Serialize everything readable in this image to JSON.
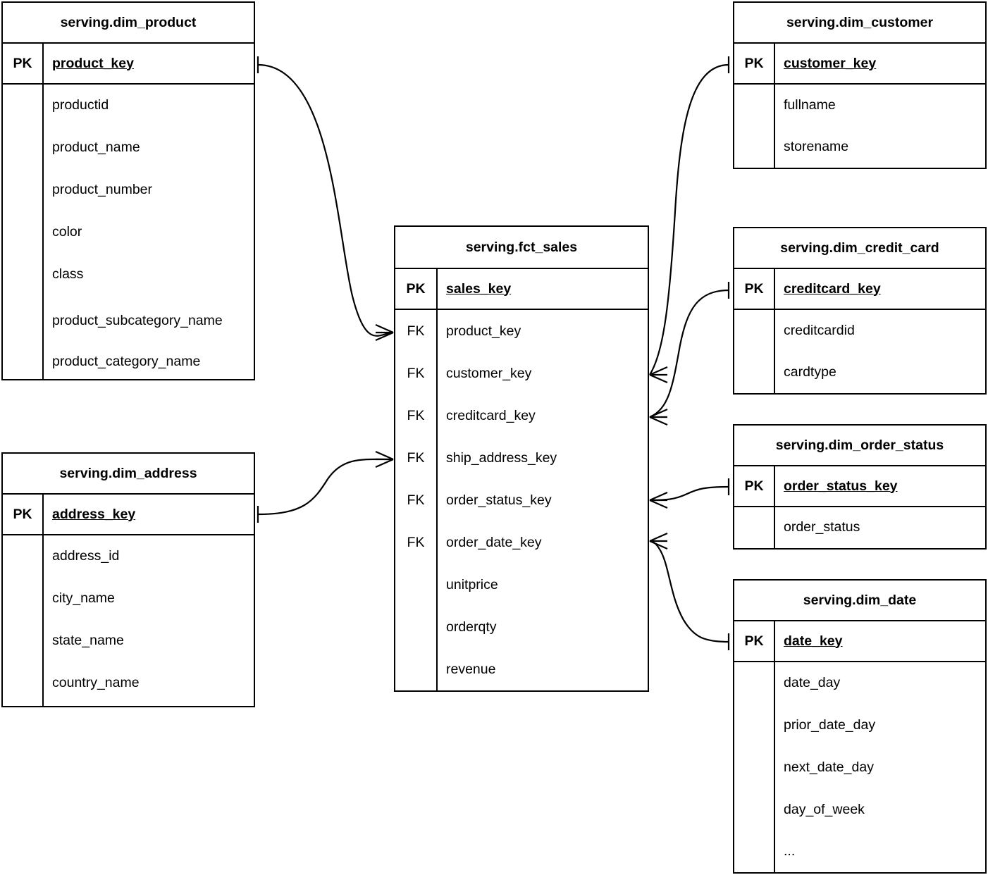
{
  "diagram": {
    "type": "entity-relationship-diagram",
    "notation": "crows-foot",
    "background_color": "#ffffff",
    "line_color": "#000000",
    "entities": [
      {
        "id": "dim_product",
        "title": "serving.dim_product",
        "primary_key": {
          "marker": "PK",
          "field": "product_key"
        },
        "attributes": [
          "productid",
          "product_name",
          "product_number",
          "color",
          "class",
          "product_subcategory_name",
          "product_category_name"
        ]
      },
      {
        "id": "dim_address",
        "title": "serving.dim_address",
        "primary_key": {
          "marker": "PK",
          "field": "address_key"
        },
        "attributes": [
          "address_id",
          "city_name",
          "state_name",
          "country_name"
        ]
      },
      {
        "id": "fct_sales",
        "title": "serving.fct_sales",
        "primary_key": {
          "marker": "PK",
          "field": "sales_key"
        },
        "foreign_keys": [
          {
            "marker": "FK",
            "field": "product_key"
          },
          {
            "marker": "FK",
            "field": "customer_key"
          },
          {
            "marker": "FK",
            "field": "creditcard_key"
          },
          {
            "marker": "FK",
            "field": "ship_address_key"
          },
          {
            "marker": "FK",
            "field": "order_status_key"
          },
          {
            "marker": "FK",
            "field": "order_date_key"
          }
        ],
        "measures": [
          "unitprice",
          "orderqty",
          "revenue"
        ]
      },
      {
        "id": "dim_customer",
        "title": "serving.dim_customer",
        "primary_key": {
          "marker": "PK",
          "field": "customer_key"
        },
        "attributes": [
          "fullname",
          "storename"
        ]
      },
      {
        "id": "dim_credit_card",
        "title": "serving.dim_credit_card",
        "primary_key": {
          "marker": "PK",
          "field": "creditcard_key"
        },
        "attributes": [
          "creditcardid",
          "cardtype"
        ]
      },
      {
        "id": "dim_order_status",
        "title": "serving.dim_order_status",
        "primary_key": {
          "marker": "PK",
          "field": "order_status_key"
        },
        "attributes": [
          "order_status"
        ]
      },
      {
        "id": "dim_date",
        "title": "serving.dim_date",
        "primary_key": {
          "marker": "PK",
          "field": "date_key"
        },
        "attributes": [
          "date_day",
          "prior_date_day",
          "next_date_day",
          "day_of_week",
          "..."
        ]
      }
    ],
    "relationships": [
      {
        "id": "rel-product-sales",
        "from": "dim_product.product_key",
        "to": "fct_sales.product_key",
        "from_cardinality": "one",
        "to_cardinality": "many"
      },
      {
        "id": "rel-address-sales",
        "from": "dim_address.address_key",
        "to": "fct_sales.ship_address_key",
        "from_cardinality": "one",
        "to_cardinality": "many"
      },
      {
        "id": "rel-customer-sales",
        "from": "dim_customer.customer_key",
        "to": "fct_sales.customer_key",
        "from_cardinality": "one",
        "to_cardinality": "many"
      },
      {
        "id": "rel-creditcard-sales",
        "from": "dim_credit_card.creditcard_key",
        "to": "fct_sales.creditcard_key",
        "from_cardinality": "one",
        "to_cardinality": "many"
      },
      {
        "id": "rel-orderstatus-sales",
        "from": "dim_order_status.order_status_key",
        "to": "fct_sales.order_status_key",
        "from_cardinality": "one",
        "to_cardinality": "many"
      },
      {
        "id": "rel-date-sales",
        "from": "dim_date.date_key",
        "to": "fct_sales.order_date_key",
        "from_cardinality": "one",
        "to_cardinality": "many"
      }
    ]
  }
}
